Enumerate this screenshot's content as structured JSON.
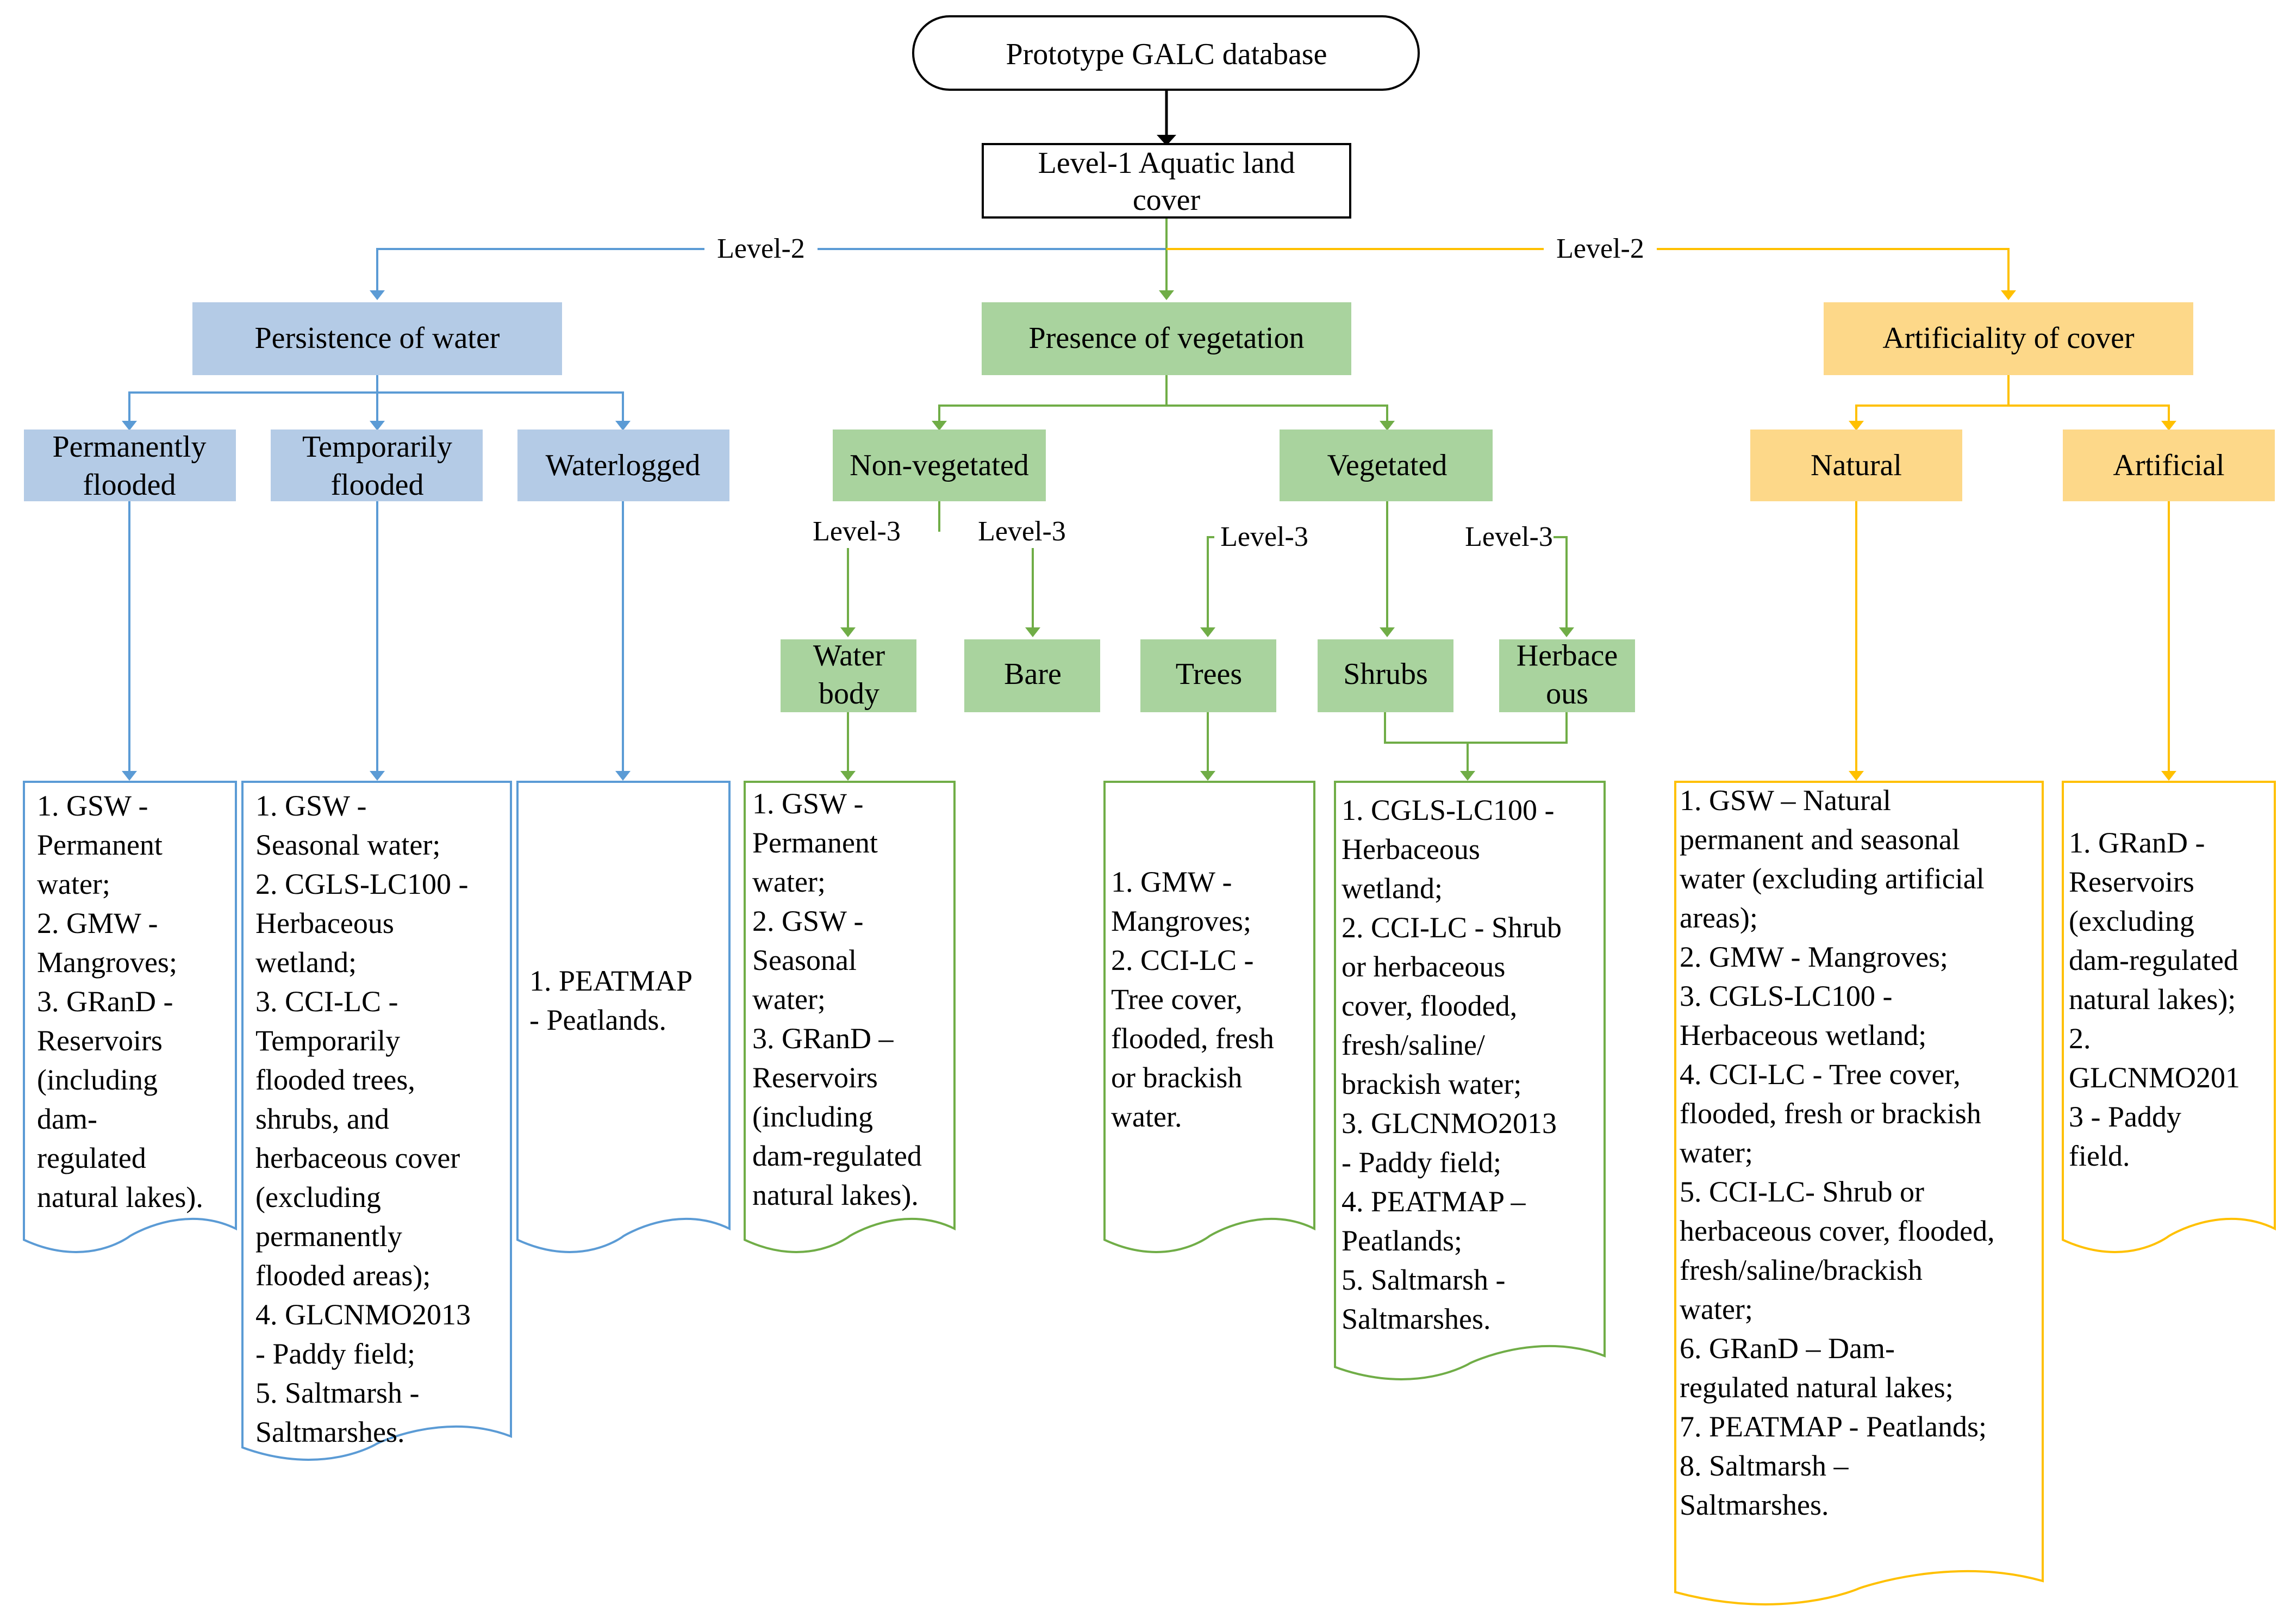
{
  "colors": {
    "blue_fill": "#b4cbe6",
    "blue_line": "#5b9bd5",
    "green_fill": "#a9d39e",
    "green_line": "#70ad47",
    "orange_fill": "#fdd889",
    "orange_line": "#ffc000",
    "black": "#000000"
  },
  "root": {
    "label": "Prototype GALC database"
  },
  "level1": {
    "label_lines": [
      "Level-1 Aquatic land",
      "cover"
    ]
  },
  "level_labels": {
    "level2_left": "Level-2",
    "level2_right": "Level-2",
    "level3_a": "Level-3",
    "level3_b": "Level-3",
    "level3_c": "Level-3",
    "level3_d": "Level-3"
  },
  "categories": {
    "persistence": {
      "label": "Persistence of water",
      "children": {
        "permanently": {
          "label_lines": [
            "Permanently",
            "flooded"
          ]
        },
        "temporarily": {
          "label_lines": [
            "Temporarily",
            "flooded"
          ]
        },
        "waterlogged": {
          "label_lines": [
            "Waterlogged"
          ]
        }
      }
    },
    "vegetation": {
      "label": "Presence of vegetation",
      "children": {
        "nonveg": {
          "label_lines": [
            "Non-vegetated"
          ]
        },
        "veg": {
          "label_lines": [
            "Vegetated"
          ]
        },
        "waterbody": {
          "label_lines": [
            "Water",
            "body"
          ]
        },
        "bare": {
          "label_lines": [
            "Bare"
          ]
        },
        "trees": {
          "label_lines": [
            "Trees"
          ]
        },
        "shrubs": {
          "label_lines": [
            "Shrubs"
          ]
        },
        "herbaceous": {
          "label_lines": [
            "Herbace",
            "ous"
          ]
        }
      }
    },
    "artificiality": {
      "label": "Artificiality of cover",
      "children": {
        "natural": {
          "label_lines": [
            "Natural"
          ]
        },
        "artificial": {
          "label_lines": [
            "Artificial"
          ]
        }
      }
    }
  },
  "documents": {
    "doc_perm": [
      "1. GSW  -",
      "Permanent",
      "water;",
      "2. GMW -",
      "Mangroves;",
      "3. GRanD -",
      "Reservoirs",
      "(including",
      "dam-",
      "regulated",
      "natural lakes)."
    ],
    "doc_temp": [
      "1. GSW -",
      "Seasonal water;",
      "2. CGLS-LC100 -",
      "Herbaceous",
      "wetland;",
      "3. CCI-LC -",
      "Temporarily",
      "flooded trees,",
      "shrubs, and",
      "herbaceous cover",
      "(excluding",
      "permanently",
      "flooded areas);",
      "4. GLCNMO2013",
      "- Paddy field;",
      "5. Saltmarsh -",
      "Saltmarshes."
    ],
    "doc_water": [
      "1. PEATMAP",
      "- Peatlands."
    ],
    "doc_wbody": [
      "1. GSW -",
      "Permanent",
      "water;",
      "2. GSW -",
      "Seasonal",
      "water;",
      "3. GRanD –",
      "Reservoirs",
      "(including",
      "dam-regulated",
      "natural lakes)."
    ],
    "doc_trees": [
      "1. GMW -",
      "Mangroves;",
      "2. CCI-LC -",
      "Tree cover,",
      "flooded, fresh",
      "or brackish",
      "water."
    ],
    "doc_shrub": [
      "1. CGLS-LC100 -",
      "Herbaceous",
      "wetland;",
      "2. CCI-LC - Shrub",
      "or herbaceous",
      "cover, flooded,",
      "fresh/saline/",
      "brackish water;",
      "3. GLCNMO2013",
      "- Paddy field;",
      "4. PEATMAP –",
      "Peatlands;",
      "5. Saltmarsh -",
      "Saltmarshes."
    ],
    "doc_natural": [
      "1. GSW – Natural",
      "permanent and seasonal",
      "water (excluding artificial",
      "areas);",
      "2. GMW - Mangroves;",
      "3. CGLS-LC100 -",
      "Herbaceous wetland;",
      "4. CCI-LC - Tree cover,",
      "flooded, fresh or brackish",
      "water;",
      "5. CCI-LC- Shrub or",
      "herbaceous cover, flooded,",
      "fresh/saline/brackish",
      "water;",
      "6. GRanD – Dam-",
      "regulated natural lakes;",
      "7. PEATMAP - Peatlands;",
      "8. Saltmarsh –",
      "Saltmarshes."
    ],
    "doc_artif": [
      "1. GRanD -",
      "Reservoirs",
      "(excluding",
      "dam-regulated",
      "natural lakes);",
      "2.",
      "GLCNMO201",
      "3 - Paddy",
      "field."
    ]
  }
}
